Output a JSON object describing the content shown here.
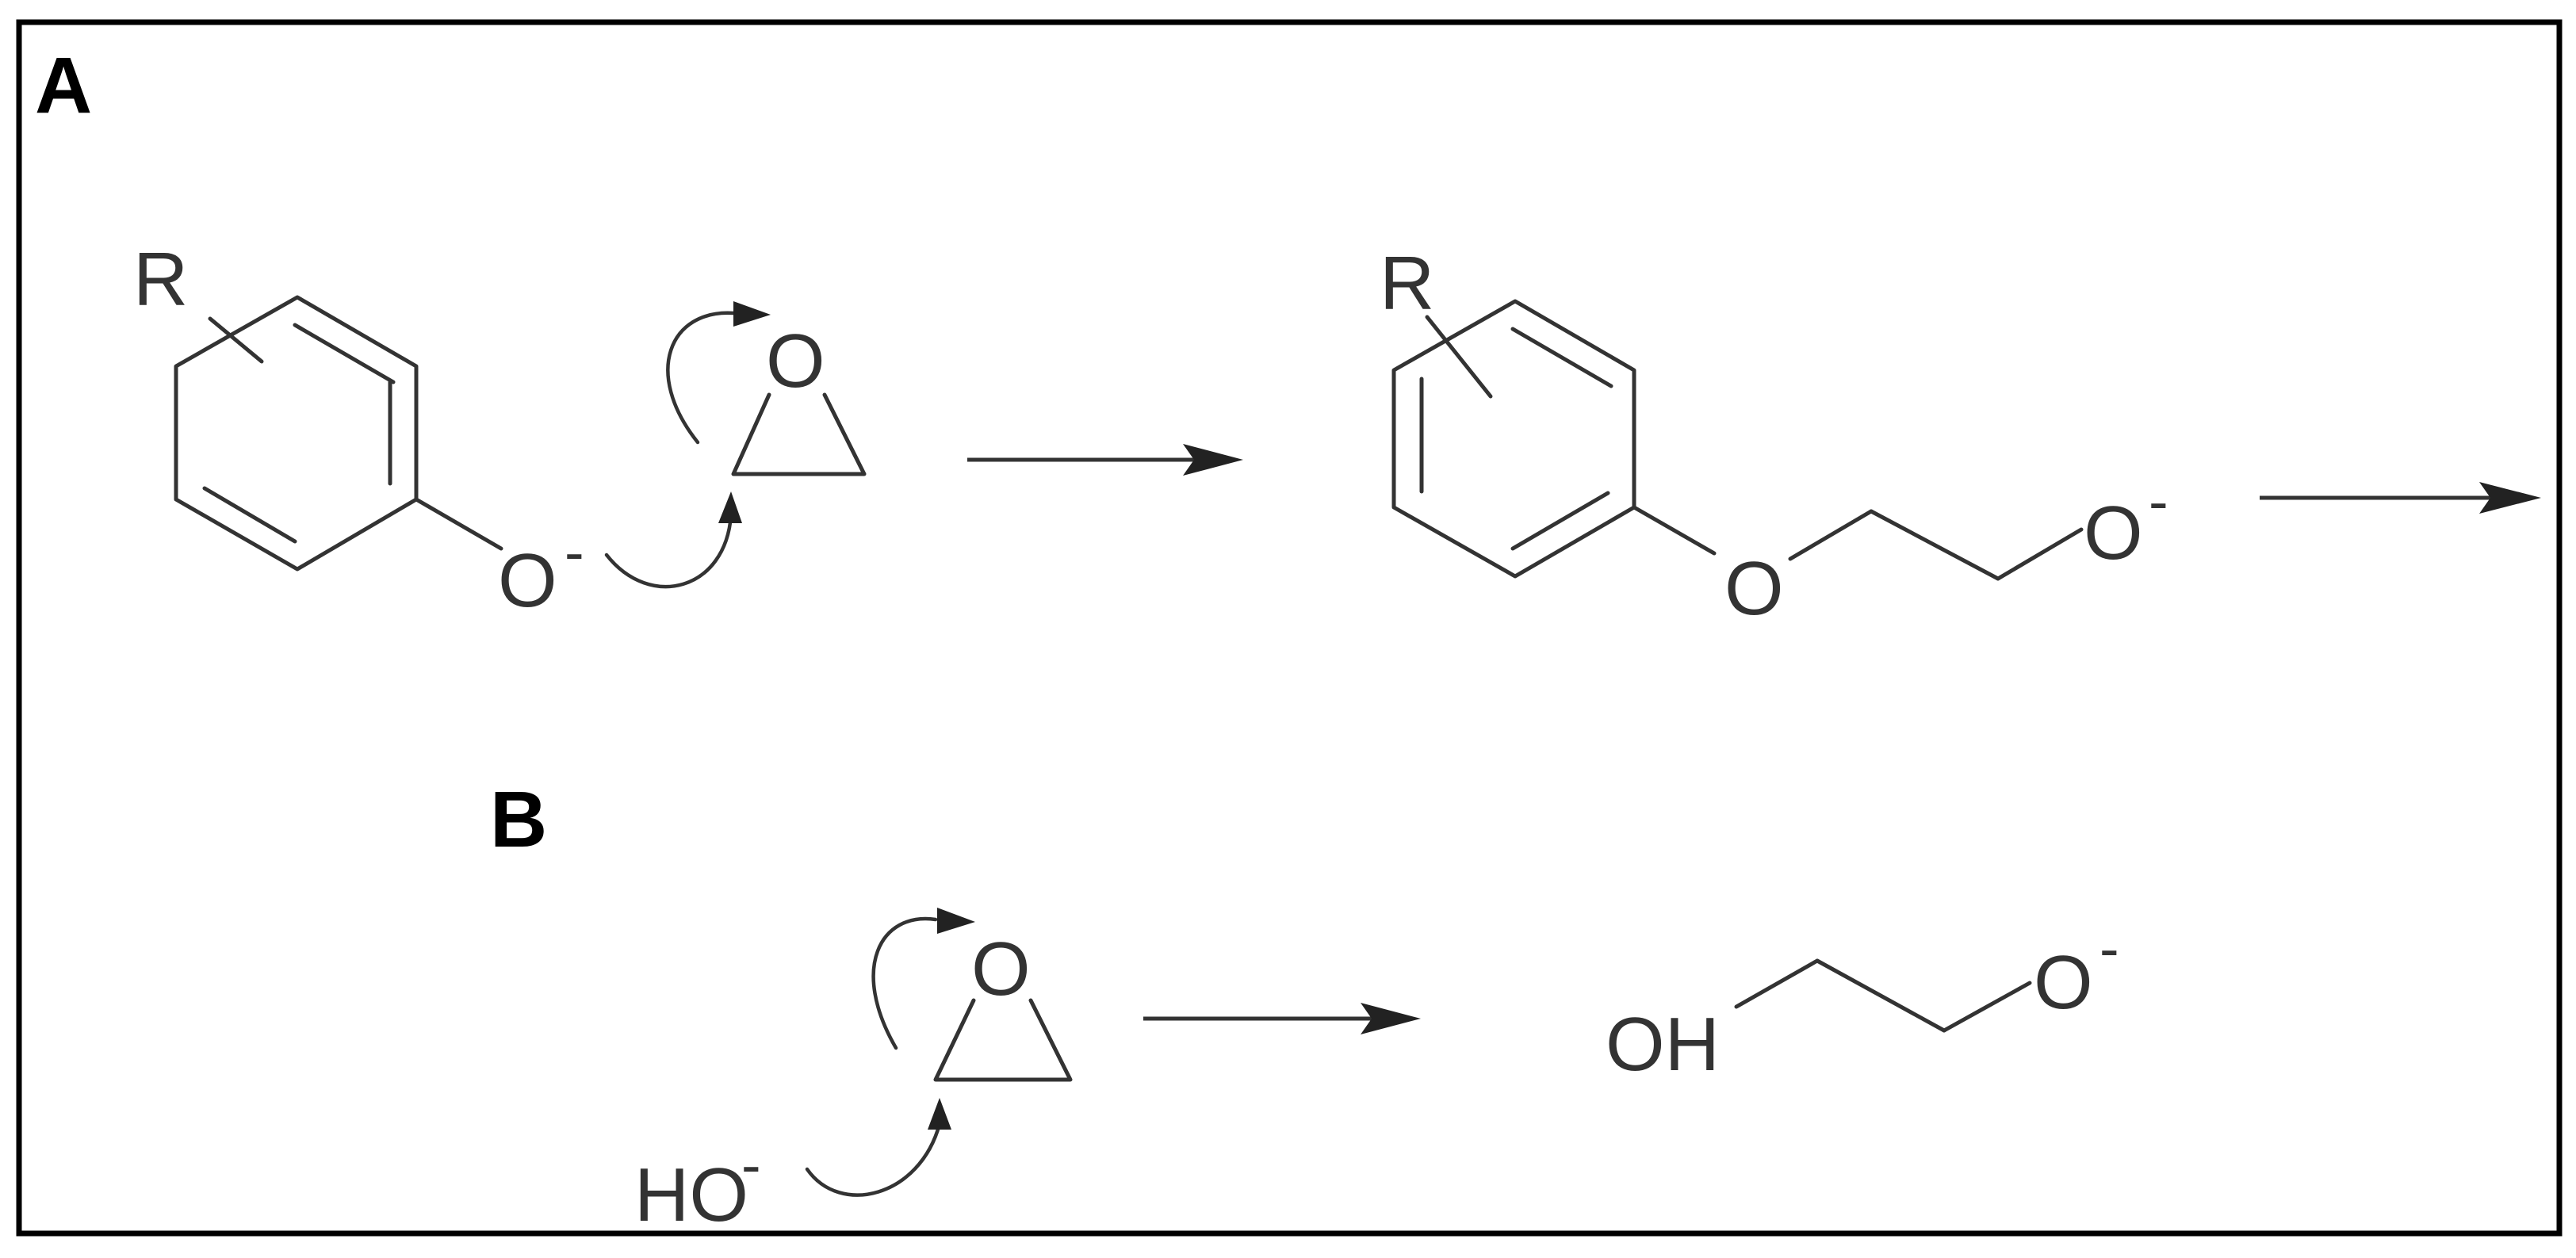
{
  "panels": {
    "a": {
      "label": "A"
    },
    "b": {
      "label": "B"
    }
  },
  "atoms": {
    "substituent": "R",
    "oxygen": "O",
    "charge": "-",
    "hydroxide": "HO",
    "hydroxyl": "OH"
  },
  "colors": {
    "border": "#000000",
    "ink": "#333333",
    "arrowhead": "#222222",
    "background": "#ffffff"
  }
}
